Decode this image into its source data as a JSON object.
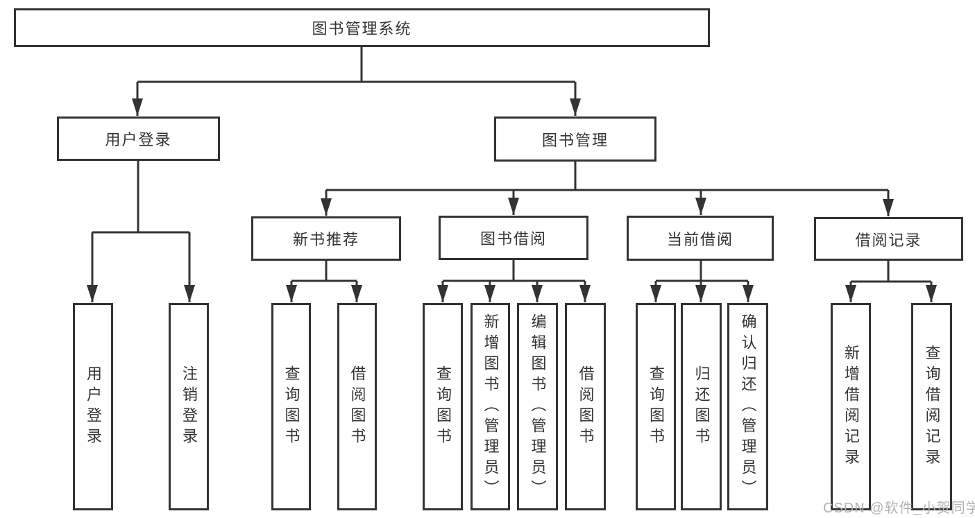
{
  "diagram_title": "图书管理系统",
  "colors": {
    "line": "#333333",
    "text": "#333333",
    "box_background": "#ffffff",
    "watermark": "#b3b3b3"
  },
  "tree": {
    "label": "图书管理系统",
    "children": [
      {
        "label": "用户登录",
        "children": [
          {
            "label": "用户登录"
          },
          {
            "label": "注销登录"
          }
        ]
      },
      {
        "label": "图书管理",
        "children": [
          {
            "label": "新书推荐",
            "children": [
              {
                "label": "查询图书"
              },
              {
                "label": "借阅图书"
              }
            ]
          },
          {
            "label": "图书借阅",
            "children": [
              {
                "label": "查询图书"
              },
              {
                "label": "新增图书（管理员）"
              },
              {
                "label": "编辑图书（管理员）"
              },
              {
                "label": "借阅图书"
              }
            ]
          },
          {
            "label": "当前借阅",
            "children": [
              {
                "label": "查询图书"
              },
              {
                "label": "归还图书"
              },
              {
                "label": "确认归还（管理员）"
              }
            ]
          },
          {
            "label": "借阅记录",
            "children": [
              {
                "label": "新增借阅记录"
              },
              {
                "label": "查询借阅记录"
              }
            ]
          }
        ]
      }
    ]
  },
  "watermark": {
    "text": "CSDN @软件_小贺同学"
  }
}
